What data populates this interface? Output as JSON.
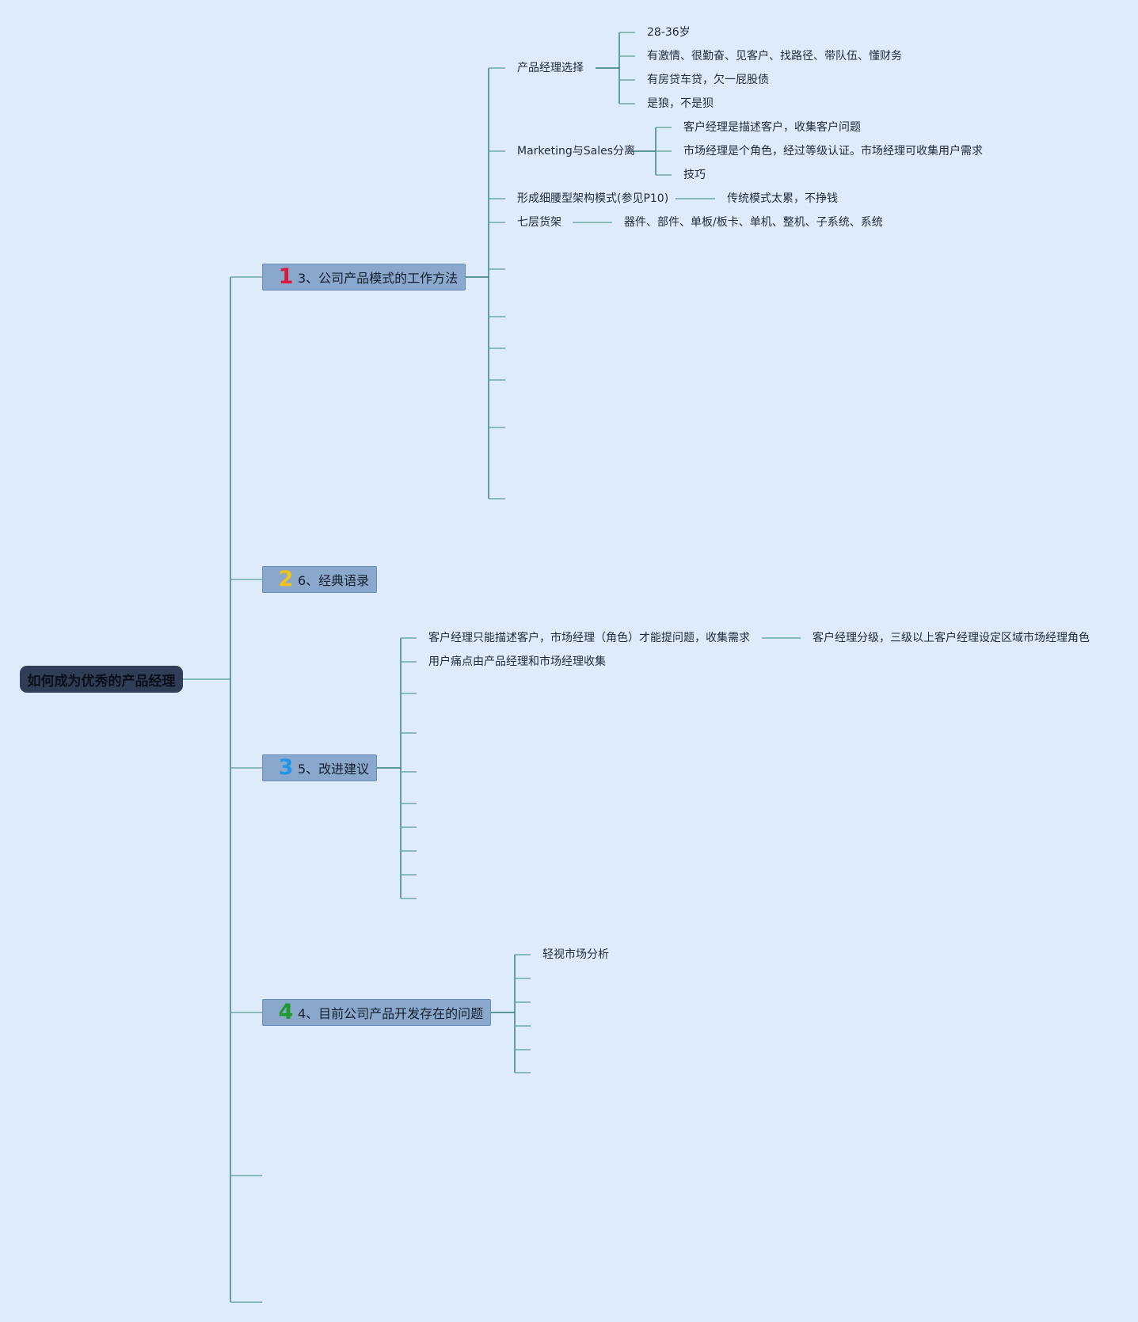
{
  "root": {
    "label": "如何成为优秀的产品经理"
  },
  "branches": [
    {
      "badge": "1",
      "badge_color": "#d81b3c",
      "label": "3、公司产品模式的工作方法"
    },
    {
      "badge": "2",
      "badge_color": "#f2c318",
      "label": "6、经典语录"
    },
    {
      "badge": "3",
      "badge_color": "#2196e8",
      "label": "5、改进建议"
    },
    {
      "badge": "4",
      "badge_color": "#1e9b2e",
      "label": "4、目前公司产品开发存在的问题"
    }
  ],
  "method": {
    "pm_choice": {
      "label": "产品经理选择",
      "items": [
        "28-36岁",
        "有激情、很勤奋、见客户、找路径、带队伍、懂财务",
        "有房贷车贷，欠一屁股债",
        "是狼，不是狈"
      ]
    },
    "marketing_sales": {
      "label": "Marketing与Sales分离",
      "items": [
        "客户经理是描述客户，收集客户问题",
        "市场经理是个角色，经过等级认证。市场经理可收集用户需求",
        "技巧"
      ]
    },
    "waist": {
      "label": "形成细腰型架构模式(参见P10)",
      "child": "传统模式太累，不挣钱"
    },
    "shelf": {
      "label": "七层货架",
      "child": "器件、部件、单板/板卡、单机、整机、子系统、系统"
    }
  },
  "suggestions": {
    "item1": "客户经理只能描述客户，市场经理（角色）才能提问题，收集需求",
    "item1_child": "客户经理分级，三级以上客户经理设定区域市场经理角色",
    "item2": "用户痛点由产品经理和市场经理收集"
  },
  "problems": {
    "item1": "轻视市场分析"
  },
  "colors": {
    "background": "#ddebfb",
    "connector": "#2e7d78",
    "connector_light": "#6fa9a5"
  }
}
